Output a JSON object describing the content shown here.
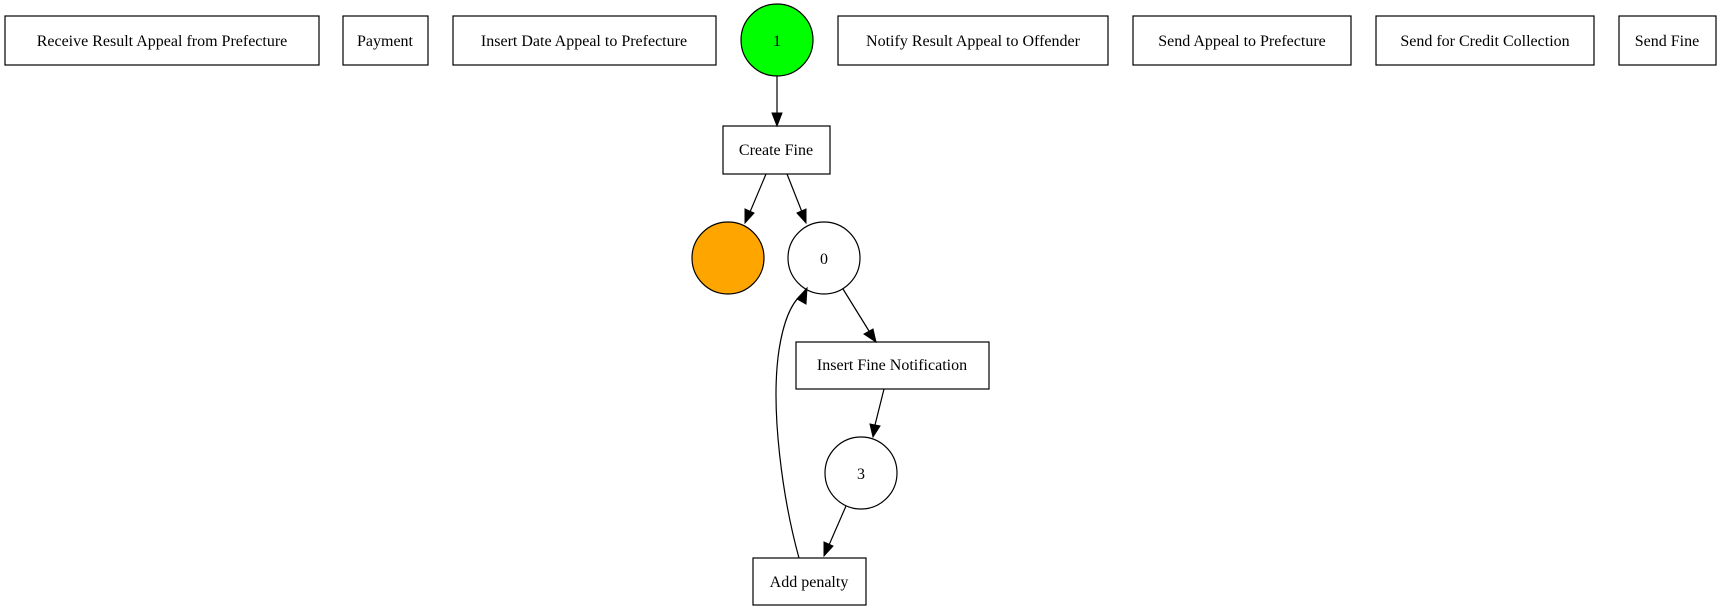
{
  "transitions": {
    "receive_result_appeal": "Receive Result Appeal from Prefecture",
    "payment": "Payment",
    "insert_date_appeal": "Insert Date Appeal to Prefecture",
    "notify_result_appeal": "Notify Result Appeal to Offender",
    "send_appeal": "Send Appeal to Prefecture",
    "send_credit_collection": "Send for Credit Collection",
    "send_fine": "Send Fine",
    "create_fine": "Create Fine",
    "insert_fine_notification": "Insert Fine Notification",
    "add_penalty": "Add penalty"
  },
  "places": {
    "initial": {
      "label": "1",
      "color": "#00ff00"
    },
    "final": {
      "label": "",
      "color": "#ffa500"
    },
    "p0": {
      "label": "0",
      "color": "#ffffff"
    },
    "p3": {
      "label": "3",
      "color": "#ffffff"
    }
  },
  "edges": [
    {
      "from": "1",
      "to": "Create Fine"
    },
    {
      "from": "Create Fine",
      "to": "final"
    },
    {
      "from": "Create Fine",
      "to": "0"
    },
    {
      "from": "0",
      "to": "Insert Fine Notification"
    },
    {
      "from": "Insert Fine Notification",
      "to": "3"
    },
    {
      "from": "3",
      "to": "Add penalty"
    },
    {
      "from": "Add penalty",
      "to": "0"
    }
  ]
}
